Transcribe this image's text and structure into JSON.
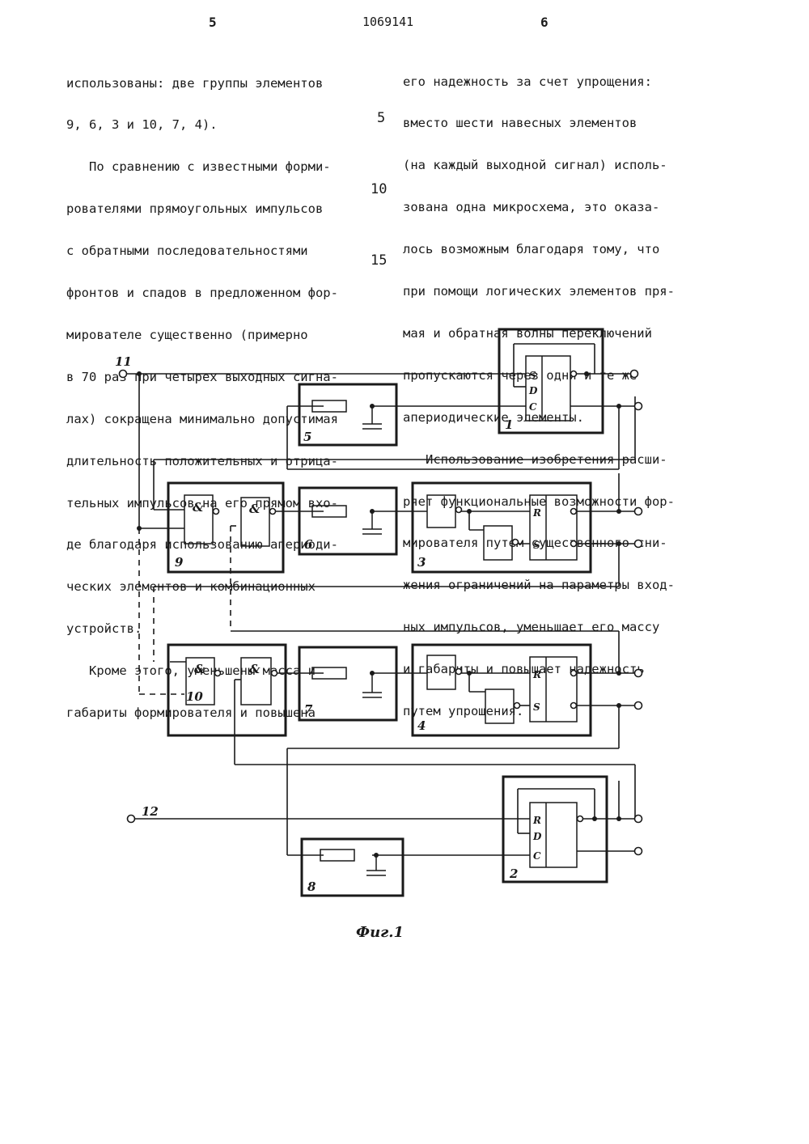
{
  "header": {
    "page_left": "5",
    "patent_number": "1069141",
    "page_right": "6"
  },
  "left_column": [
    "использованы: две группы элементов",
    "9, 6, 3 и 10, 7, 4).",
    "   По сравнению с известными форми-",
    "рователями прямоугольных импульсов",
    "с обратными последовательностями",
    "фронтов и спадов в предложенном фор-",
    "мирователе существенно (примерно",
    "в 70 раз при четырех выходных сигна-",
    "лах) сокращена минимально допустимая",
    "длительность положительных и отрица-",
    "тельных импульсов на его прямом вхо-",
    "де благодаря использованию апериоди-",
    "ческих элементов и комбинационных",
    "устройств.",
    "   Кроме этого, уменьшены масса и",
    "габариты формирователя и повышена"
  ],
  "right_column": [
    "его надежность за счет упрощения:",
    "вместо шести навесных элементов",
    "(на каждый выходной сигнал) исполь-",
    "зована одна микросхема, это оказа-",
    "лось возможным благодаря тому, что",
    "при помощи логических элементов пря-",
    "мая и обратная волны переключений",
    "пропускаются через одни и те же",
    "апериодические элементы.",
    "   Использование изобретения расши-",
    "ряет функциональные возможности фор-",
    "мирователя путем существенного сни-",
    "жения ограничений на параметры вход-",
    "ных импульсов, уменьшает его массу",
    "и габариты и повышает надежность",
    "путем упрощения."
  ],
  "line_numbers": [
    "5",
    "10",
    "15"
  ],
  "figure": {
    "caption": "Фиг.1",
    "terminal_11": "11",
    "terminal_12": "12",
    "block_labels": [
      "1",
      "2",
      "3",
      "4",
      "5",
      "6",
      "7",
      "8",
      "9",
      "10"
    ],
    "and_symbol": "&",
    "pins": {
      "s": "S",
      "d": "D",
      "c": "C",
      "r": "R"
    }
  }
}
